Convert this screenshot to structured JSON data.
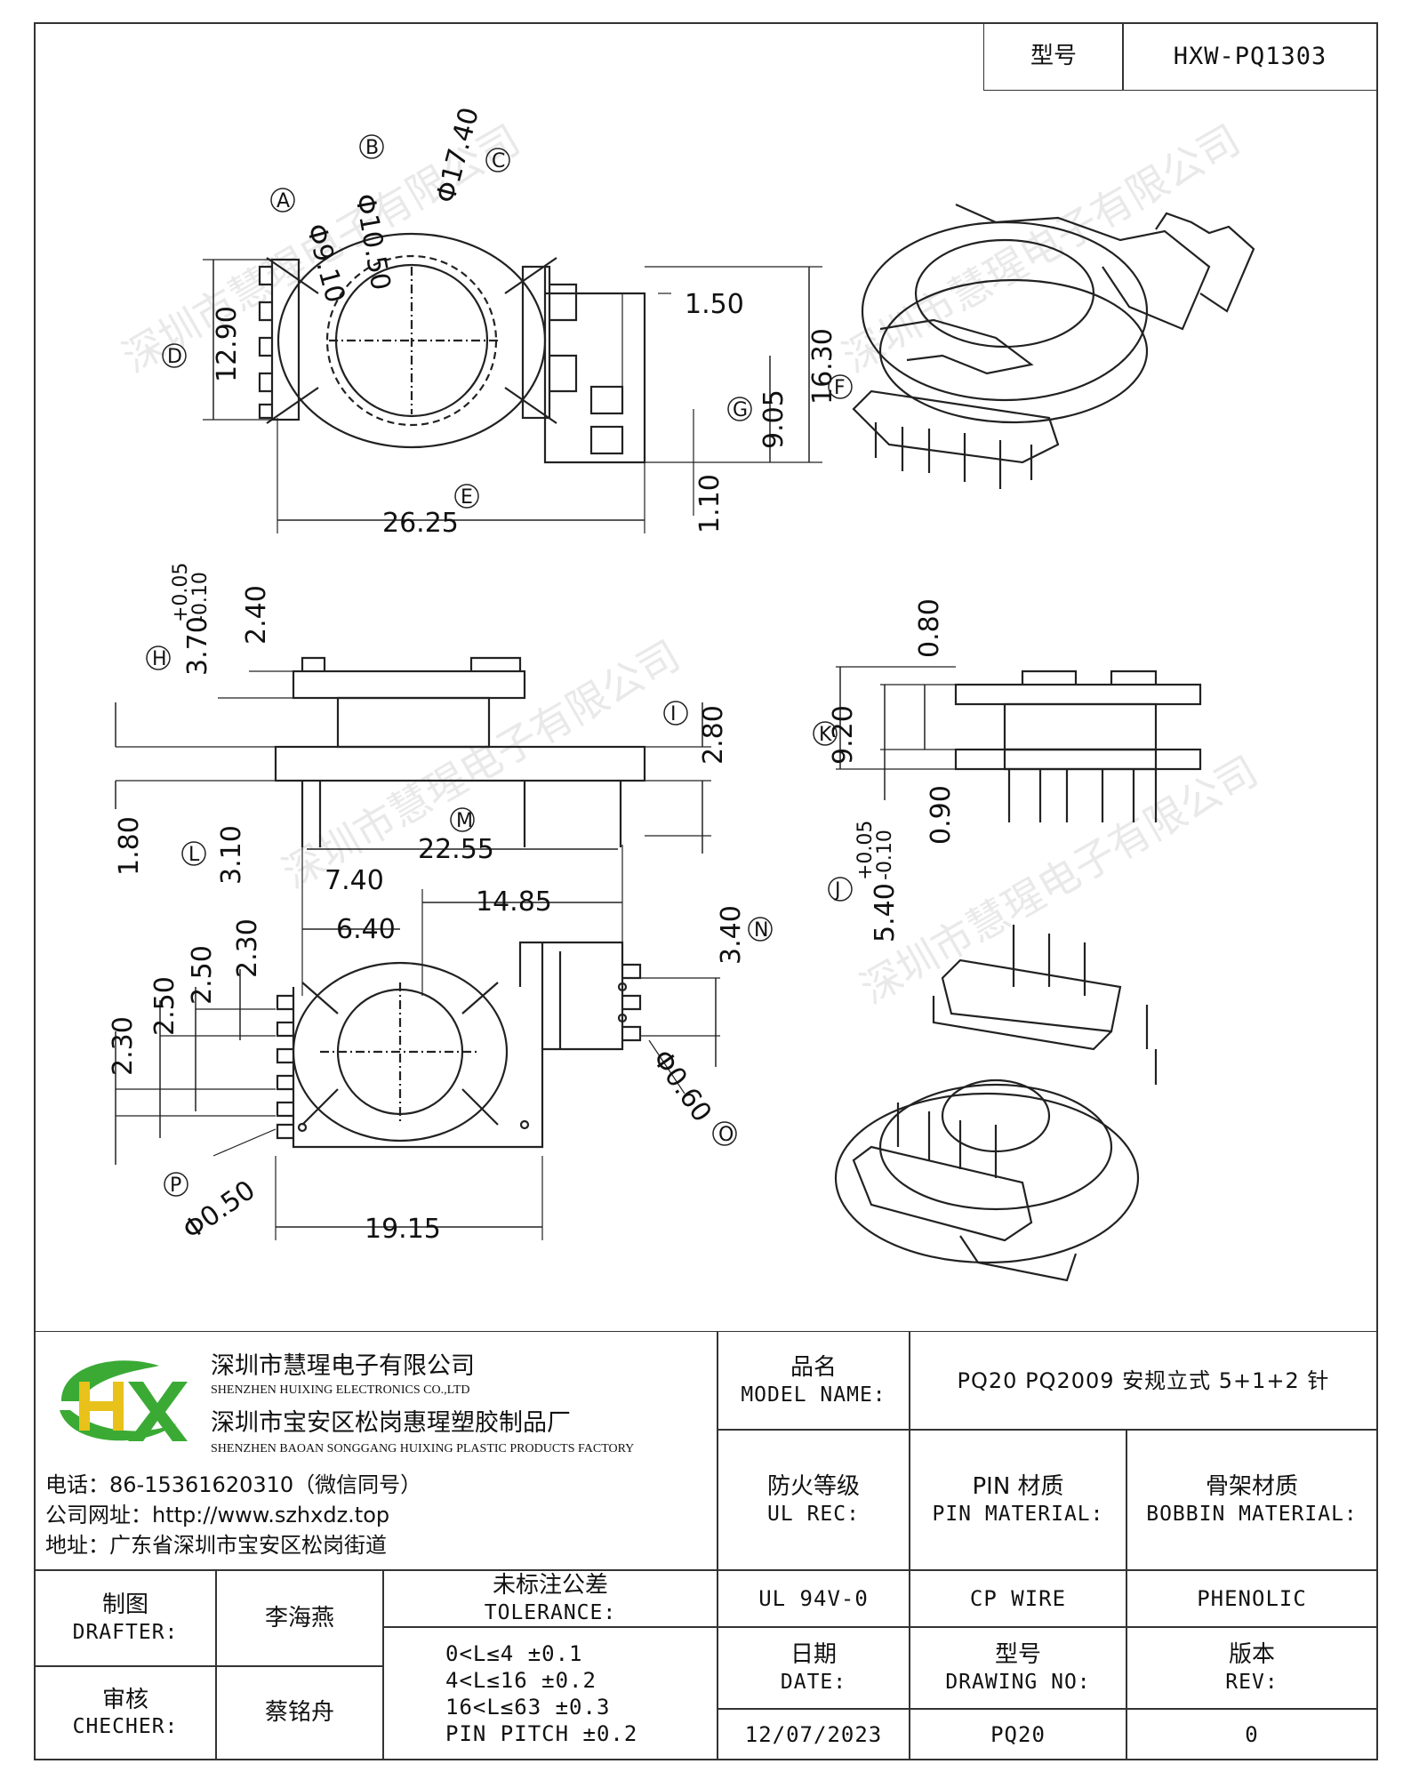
{
  "part_no": {
    "label": "型号",
    "value": "HXW-PQ1303"
  },
  "dimensions": {
    "top_view": {
      "dia_a": "Φ9.10",
      "dia_b": "Φ10.50",
      "dia_c": "Φ17.40",
      "width_d": "12.90",
      "length_e": "26.25",
      "height_f": "16.30",
      "g": "9.05",
      "pin_gap": "1.50",
      "pin_w": "1.10",
      "mark_a": "A",
      "mark_b": "B",
      "mark_c": "C",
      "mark_d": "D",
      "mark_e": "E",
      "mark_f": "F",
      "mark_g": "G"
    },
    "side_view_left": {
      "h": "3.70",
      "h_tol_plus": "+0.05",
      "h_tol_minus": "-0.10",
      "a240": "2.40",
      "i": "2.80",
      "a180": "1.80",
      "a310": "3.10",
      "mark_h": "H",
      "mark_i": "I",
      "mark_l": "L"
    },
    "side_view_right": {
      "k": "9.20",
      "a080": "0.80",
      "a090": "0.90",
      "j": "5.40",
      "j_tol_plus": "+0.05",
      "j_tol_minus": "-0.10",
      "mark_k": "K",
      "mark_j": "J"
    },
    "bottom_view": {
      "m": "22.55",
      "a740": "7.40",
      "a1485": "14.85",
      "a640": "6.40",
      "n": "3.40",
      "o": "Φ0.60",
      "p": "Φ0.50",
      "a1915": "19.15",
      "a230a": "2.30",
      "a250a": "2.50",
      "a250b": "2.50",
      "a230b": "2.30",
      "mark_m": "M",
      "mark_n": "N",
      "mark_o": "O",
      "mark_p": "P"
    }
  },
  "company": {
    "logo_text": "HX",
    "name_cn": "深圳市慧瑆电子有限公司",
    "name_en": "SHENZHEN HUIXING ELECTRONICS CO.,LTD",
    "factory_cn": "深圳市宝安区松岗惠瑆塑胶制品厂",
    "factory_en": "SHENZHEN BAOAN SONGGANG HUIXING PLASTIC PRODUCTS FACTORY",
    "phone": "电话：86-15361620310（微信同号）",
    "website": "公司网址：http://www.szhxdz.top",
    "address": "地址：广东省深圳市宝安区松岗街道"
  },
  "title_block": {
    "model_name_cn": "品名",
    "model_name_en": "MODEL NAME:",
    "model_name_value": "PQ20 PQ2009 安规立式 5+1+2 针",
    "ul_cn": "防火等级",
    "ul_en": "UL REC:",
    "pin_mat_cn": "PIN 材质",
    "pin_mat_en": "PIN MATERIAL:",
    "bobbin_mat_cn": "骨架材质",
    "bobbin_mat_en": "BOBBIN MATERIAL:",
    "ul_value": "UL 94V-0",
    "pin_mat_value": "CP WIRE",
    "bobbin_mat_value": "PHENOLIC",
    "drafter_cn": "制图",
    "drafter_en": "DRAFTER:",
    "drafter_value": "李海燕",
    "checker_cn": "审核",
    "checker_en": "CHECHER:",
    "checker_value": "蔡铭舟",
    "tolerance_cn": "未标注公差",
    "tolerance_en": "TOLERANCE:",
    "tolerances": [
      "0<L≤4  ±0.1",
      "4<L≤16  ±0.2",
      "16<L≤63  ±0.3",
      "PIN PITCH  ±0.2"
    ],
    "date_cn": "日期",
    "date_en": "DATE:",
    "date_value": "12/07/2023",
    "drawing_no_cn": "型号",
    "drawing_no_en": "DRAWING NO:",
    "drawing_no_value": "PQ20",
    "rev_cn": "版本",
    "rev_en": "REV:",
    "rev_value": "0"
  },
  "watermark": "深圳市慧瑆电子有限公司",
  "colors": {
    "logo_green": "#3aaa35",
    "logo_yellow": "#e8c21a",
    "line": "#333333"
  }
}
